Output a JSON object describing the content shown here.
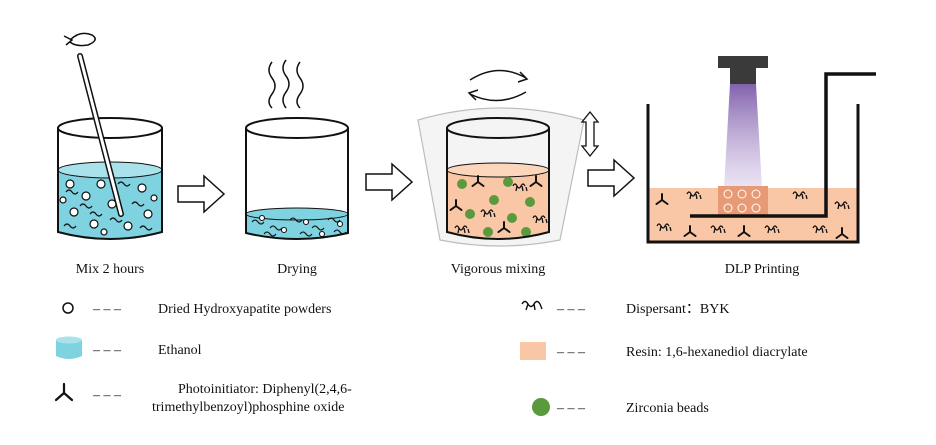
{
  "steps": [
    {
      "label": "Mix 2 hours"
    },
    {
      "label": "Drying"
    },
    {
      "label": "Vigorous mixing"
    },
    {
      "label": "DLP Printing"
    }
  ],
  "legend": [
    {
      "icon": "hollow-circle-icon",
      "text": "Dried Hydroxyapatite powders"
    },
    {
      "icon": "cyan-cylinder-icon",
      "color": "#7fd3e0",
      "text": "Ethanol"
    },
    {
      "icon": "tripod-icon",
      "text_line1": "Photoinitiator: Diphenyl(2,4,6-",
      "text_line2": "trimethylbenzoyl)phosphine oxide"
    },
    {
      "icon": "squiggle-icon",
      "text": "Dispersant：BYK"
    },
    {
      "icon": "orange-rectangle-icon",
      "color": "#f9c7a5",
      "text": "Resin: 1,6-hexanediol diacrylate"
    },
    {
      "icon": "green-circle-icon",
      "color": "#5a9a3c",
      "text": "Zirconia beads"
    }
  ],
  "dash": "– – –",
  "colors": {
    "ethanol": "#7fd3e0",
    "resin": "#f9c7a5",
    "zirconia": "#5a9a3c",
    "uv_light": "#8a62b5"
  }
}
